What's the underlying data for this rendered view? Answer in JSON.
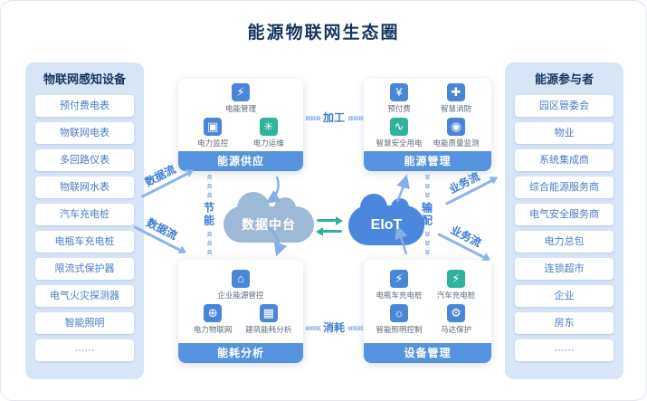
{
  "title": "能源物联网生态圈",
  "colors": {
    "panel_bg": "#d7e5f6",
    "accent_blue": "#4a86d8",
    "header_bar_blue": "#5794df",
    "teal_green": "#2fb39b",
    "flow_text_blue": "#3a7bd5",
    "title_navy": "#16365f",
    "data_cloud": "#9cb9d8",
    "eiot_cloud": "#4b87dc"
  },
  "left_panel": {
    "title": "物联网感知设备",
    "items": [
      "预付费电表",
      "物联网电表",
      "多回路仪表",
      "物联网水表",
      "汽车充电桩",
      "电瓶车充电桩",
      "限流式保护器",
      "电气火灾探测器",
      "智能照明",
      "······"
    ]
  },
  "right_panel": {
    "title": "能源参与者",
    "items": [
      "园区管委会",
      "物业",
      "系统集成商",
      "综合能源服务商",
      "电气安全服务商",
      "电力总包",
      "连锁超市",
      "企业",
      "房东",
      "······"
    ]
  },
  "quadrants": {
    "supply": {
      "label": "能源供应",
      "features": [
        {
          "label": "电能管理",
          "glyph": "⚡",
          "icon": "battery-energy-icon",
          "color": "#4a86d8"
        },
        {
          "label": "电力监控",
          "glyph": "▣",
          "icon": "monitor-icon",
          "color": "#4a86d8"
        },
        {
          "label": "电力运维",
          "glyph": "✳",
          "icon": "maintenance-asterisk-icon",
          "color": "#2fb39b"
        }
      ]
    },
    "management": {
      "label": "能源管理",
      "features": [
        {
          "label": "预付费",
          "glyph": "¥",
          "icon": "prepaid-coin-icon",
          "color": "#4a86d8"
        },
        {
          "label": "智慧消防",
          "glyph": "✚",
          "icon": "fire-safety-shield-icon",
          "color": "#4a86d8"
        },
        {
          "label": "智慧安全用电",
          "glyph": "∿",
          "icon": "safe-electricity-chart-icon",
          "color": "#2fb39b"
        },
        {
          "label": "电能质量监测",
          "glyph": "◉",
          "icon": "power-quality-gauge-icon",
          "color": "#4a86d8"
        }
      ]
    },
    "analysis": {
      "label": "能耗分析",
      "features": [
        {
          "label": "企业能源管控",
          "glyph": "⌂",
          "icon": "enterprise-energy-icon",
          "color": "#4a86d8"
        },
        {
          "label": "电力物联网",
          "glyph": "⊕",
          "icon": "power-iot-globe-icon",
          "color": "#4a86d8"
        },
        {
          "label": "建筑能耗分析",
          "glyph": "▦",
          "icon": "building-analysis-icon",
          "color": "#4a86d8"
        }
      ]
    },
    "devices": {
      "label": "设备管理",
      "features": [
        {
          "label": "电瓶车充电桩",
          "glyph": "⚡",
          "icon": "ebike-charger-icon",
          "color": "#4a86d8"
        },
        {
          "label": "汽车充电桩",
          "glyph": "⚡",
          "icon": "car-charger-icon",
          "color": "#2fb39b"
        },
        {
          "label": "智能照明控制",
          "glyph": "☼",
          "icon": "smart-lighting-icon",
          "color": "#4a86d8"
        },
        {
          "label": "马达保护",
          "glyph": "⚙",
          "icon": "motor-protection-gear-icon",
          "color": "#4a86d8"
        }
      ]
    }
  },
  "center": {
    "data_platform": "数据中台",
    "eiot": "EIoT"
  },
  "flows": {
    "processing": "加工",
    "consumption": "消耗",
    "energy_saving": "节能",
    "distribution": "输配",
    "data_flow": "数据流",
    "business_flow": "业务流",
    "chevrons_right": "»»»",
    "chevrons_left": "«««",
    "chevron": "»"
  }
}
